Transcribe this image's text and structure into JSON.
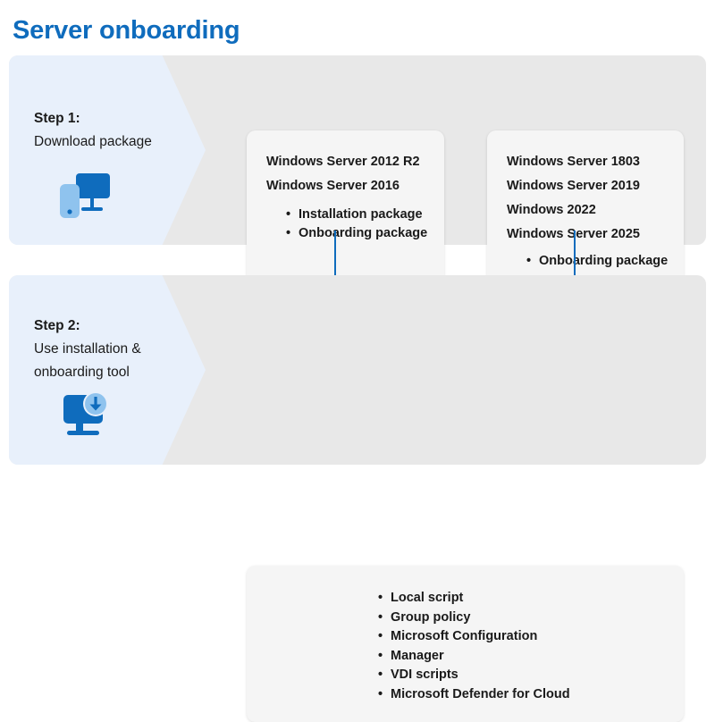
{
  "page": {
    "title": "Server onboarding",
    "title_color": "#0f6cbd",
    "band_color": "#e8e8e8",
    "chevron_color": "#e8f0fb",
    "card_color": "#f5f5f5",
    "arrow_color": "#0f6cbd"
  },
  "steps": [
    {
      "label": "Step 1:",
      "description": "Download package",
      "icon": "monitor-and-device-icon"
    },
    {
      "label": "Step 2:",
      "description_line1": "Use installation &",
      "description_line2": "onboarding tool",
      "icon": "monitor-download-icon"
    }
  ],
  "cards": {
    "legacy": {
      "os_versions": [
        "Windows Server 2012 R2",
        "Windows Server 2016"
      ],
      "packages": [
        "Installation package",
        "Onboarding package"
      ]
    },
    "modern": {
      "os_versions": [
        "Windows Server 1803",
        "Windows Server 2019",
        "Windows 2022",
        "Windows Server 2025"
      ],
      "packages": [
        "Onboarding package"
      ]
    },
    "tools": {
      "items": [
        "Local script",
        "Group policy",
        "Microsoft Configuration",
        "Manager",
        "VDI scripts",
        "Microsoft Defender for Cloud"
      ]
    }
  },
  "arrows": [
    {
      "name": "arrow-legacy-to-tools"
    },
    {
      "name": "arrow-modern-to-tools"
    }
  ]
}
